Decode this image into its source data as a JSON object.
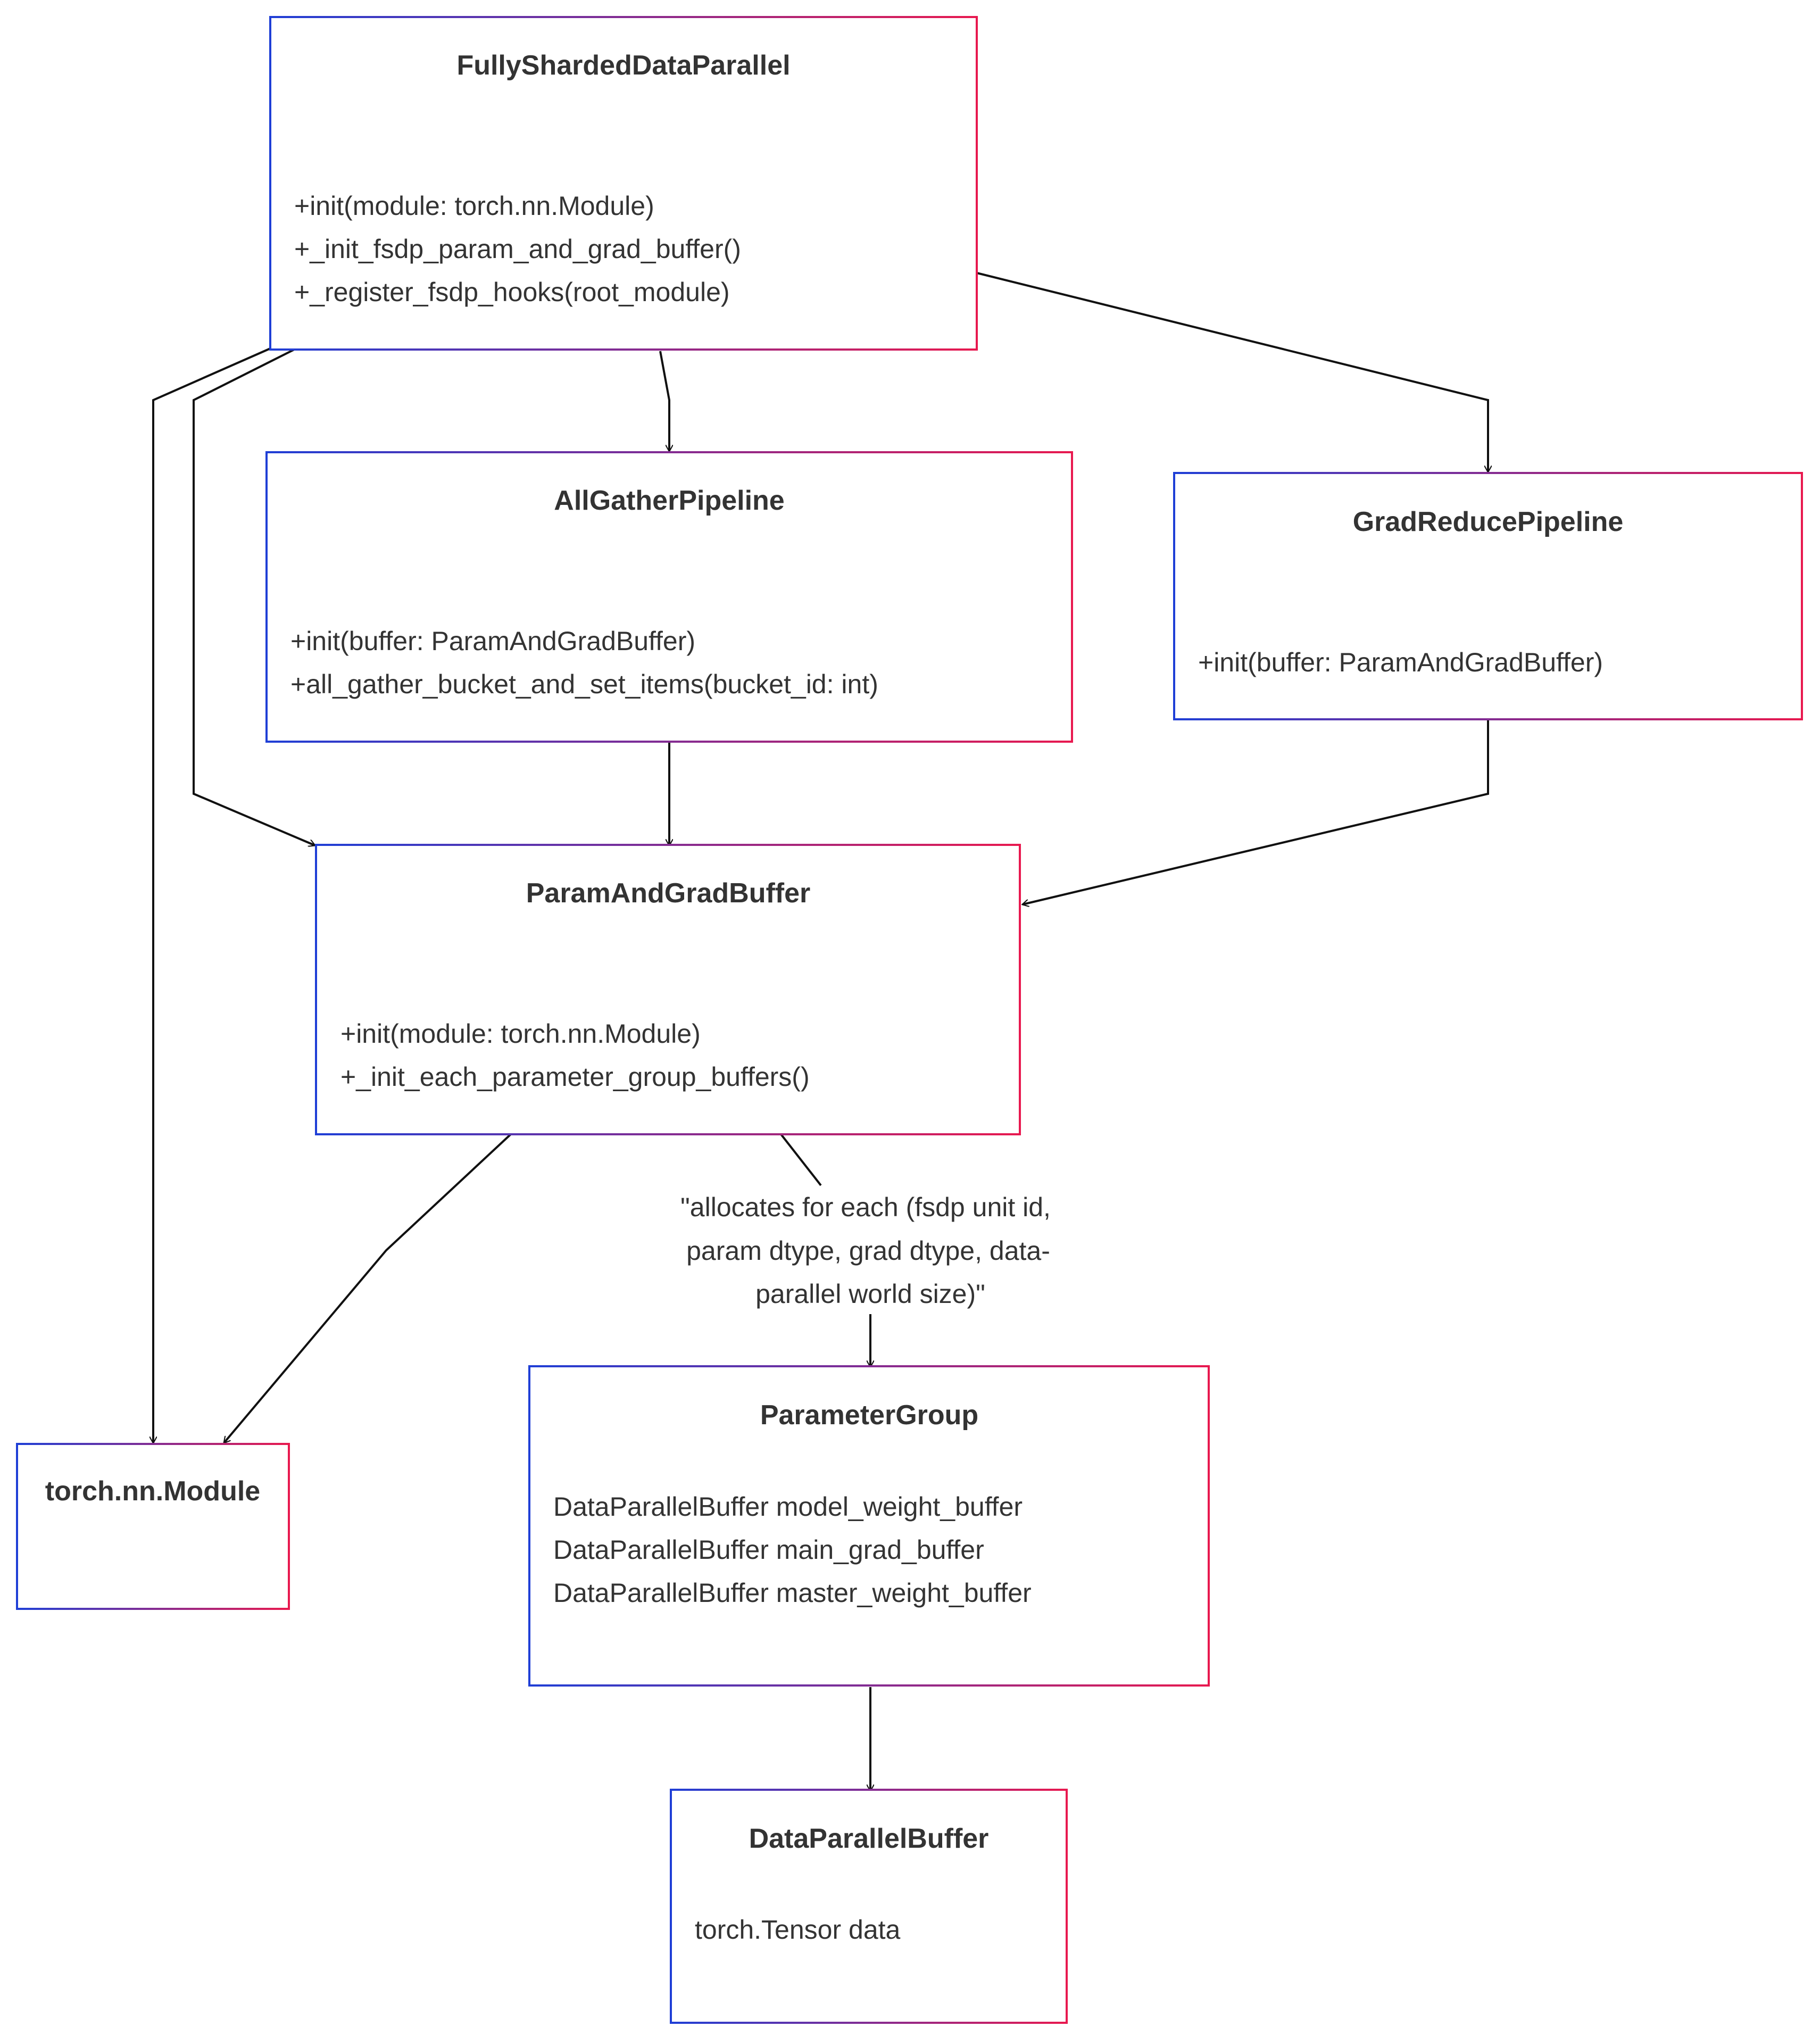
{
  "colors": {
    "border_start": "#1f3fd6",
    "border_end": "#e8194f",
    "text": "#333333",
    "edge": "#111111"
  },
  "classes": {
    "fsdp": {
      "name": "FullyShardedDataParallel",
      "attributes": [],
      "methods": [
        "+init(module: torch.nn.Module)",
        "+_init_fsdp_param_and_grad_buffer()",
        "+_register_fsdp_hooks(root_module)"
      ]
    },
    "allgather": {
      "name": "AllGatherPipeline",
      "attributes": [],
      "methods": [
        "+init(buffer: ParamAndGradBuffer)",
        "+all_gather_bucket_and_set_items(bucket_id: int)"
      ]
    },
    "gradreduce": {
      "name": "GradReducePipeline",
      "attributes": [],
      "methods": [
        "+init(buffer: ParamAndGradBuffer)"
      ]
    },
    "buffer": {
      "name": "ParamAndGradBuffer",
      "attributes": [],
      "methods": [
        "+init(module: torch.nn.Module)",
        "+_init_each_parameter_group_buffers()"
      ]
    },
    "module": {
      "name": "torch.nn.Module",
      "attributes": [],
      "methods": []
    },
    "paramgroup": {
      "name": "ParameterGroup",
      "attributes": [
        "DataParallelBuffer model_weight_buffer",
        "DataParallelBuffer main_grad_buffer",
        "DataParallelBuffer master_weight_buffer"
      ],
      "methods": []
    },
    "dpbuffer": {
      "name": "DataParallelBuffer",
      "attributes": [
        "torch.Tensor data"
      ],
      "methods": []
    }
  },
  "relations": [
    {
      "from": "fsdp",
      "to": "allgather",
      "label": ""
    },
    {
      "from": "fsdp",
      "to": "gradreduce",
      "label": ""
    },
    {
      "from": "fsdp",
      "to": "module",
      "label": ""
    },
    {
      "from": "fsdp",
      "to": "buffer",
      "label": ""
    },
    {
      "from": "allgather",
      "to": "buffer",
      "label": ""
    },
    {
      "from": "gradreduce",
      "to": "buffer",
      "label": ""
    },
    {
      "from": "buffer",
      "to": "module",
      "label": ""
    },
    {
      "from": "buffer",
      "to": "paramgroup",
      "label": "\"allocates for each (fsdp unit id, param dtype, grad dtype, data-parallel world size)\""
    },
    {
      "from": "paramgroup",
      "to": "dpbuffer",
      "label": ""
    }
  ],
  "edge_label_lines": [
    "\"allocates for each (fsdp unit id,",
    "param dtype, grad dtype, data-",
    "parallel world size)\""
  ]
}
